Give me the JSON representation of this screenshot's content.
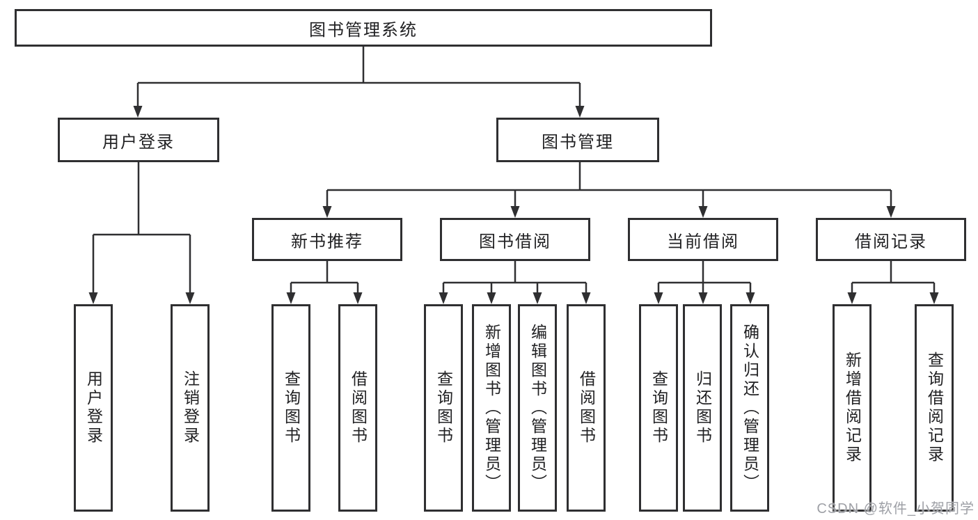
{
  "diagram": {
    "type": "hierarchy-tree",
    "root": {
      "label": "图书管理系统",
      "children": [
        {
          "label": "用户登录",
          "children": [
            {
              "label": "用户登录"
            },
            {
              "label": "注销登录"
            }
          ]
        },
        {
          "label": "图书管理",
          "children": [
            {
              "label": "新书推荐",
              "children": [
                {
                  "label": "查询图书"
                },
                {
                  "label": "借阅图书"
                }
              ]
            },
            {
              "label": "图书借阅",
              "children": [
                {
                  "label": "查询图书"
                },
                {
                  "label": "新增图书（管理员）"
                },
                {
                  "label": "编辑图书（管理员）"
                },
                {
                  "label": "借阅图书"
                }
              ]
            },
            {
              "label": "当前借阅",
              "children": [
                {
                  "label": "查询图书"
                },
                {
                  "label": "归还图书"
                },
                {
                  "label": "确认归还（管理员）"
                }
              ]
            },
            {
              "label": "借阅记录",
              "children": [
                {
                  "label": "新增借阅记录"
                },
                {
                  "label": "查询借阅记录"
                }
              ]
            }
          ]
        }
      ]
    },
    "line_color": "#2f2f31"
  },
  "watermark": {
    "text": "CSDN @软件_小贺同学",
    "color": "#9ea0a6"
  }
}
